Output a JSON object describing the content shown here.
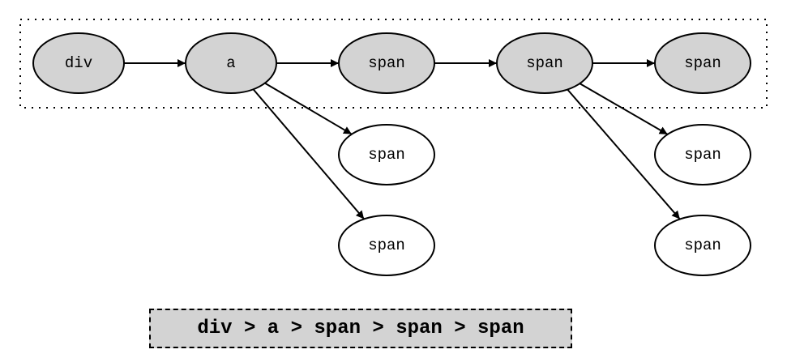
{
  "diagram": {
    "colors": {
      "matched_fill": "#d3d3d3",
      "unmatched_fill": "#ffffff",
      "stroke": "#000000",
      "selector_bg": "#d3d3d3"
    },
    "nodes": {
      "n_div": {
        "label": "div",
        "matched": true
      },
      "n_a": {
        "label": "a",
        "matched": true
      },
      "n_span1": {
        "label": "span",
        "matched": true
      },
      "n_span2": {
        "label": "span",
        "matched": true
      },
      "n_span3": {
        "label": "span",
        "matched": true
      },
      "n_a_child1": {
        "label": "span",
        "matched": false
      },
      "n_a_child2": {
        "label": "span",
        "matched": false
      },
      "n_span2_child1": {
        "label": "span",
        "matched": false
      },
      "n_span2_child2": {
        "label": "span",
        "matched": false
      }
    },
    "edges": [
      [
        "n_div",
        "n_a"
      ],
      [
        "n_a",
        "n_span1"
      ],
      [
        "n_span1",
        "n_span2"
      ],
      [
        "n_span2",
        "n_span3"
      ],
      [
        "n_a",
        "n_a_child1"
      ],
      [
        "n_a",
        "n_a_child2"
      ],
      [
        "n_span2",
        "n_span2_child1"
      ],
      [
        "n_span2",
        "n_span2_child2"
      ]
    ]
  },
  "selector": {
    "text": "div > a > span > span > span"
  }
}
